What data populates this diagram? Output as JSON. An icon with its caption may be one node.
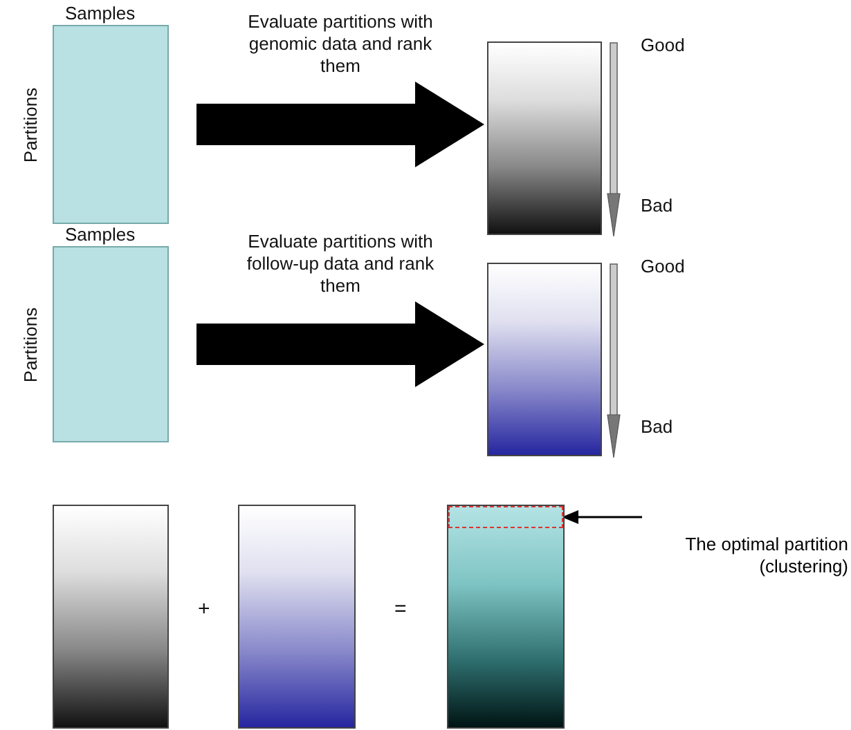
{
  "diagram": {
    "nodes": [
      {
        "text": [
          "Samples"
        ],
        "beside": [
          "Partitions"
        ]
      },
      {
        "text": [],
        "shape": "box",
        "beside": [
          "Good",
          "Bad"
        ]
      },
      {
        "text": [
          "Samples"
        ],
        "beside": [
          "Partitions"
        ]
      },
      {
        "text": [],
        "shape": "box",
        "beside": [
          "Good",
          "Bad"
        ]
      },
      {
        "text": [],
        "shape": "box"
      },
      {
        "text": [],
        "shape": "box"
      },
      {
        "text": [],
        "shape": "box"
      },
      {
        "text": [],
        "shape": "box",
        "in": 6
      },
      {
        "text": [
          "The optimal partition (clustering)"
        ]
      }
    ],
    "edges": [
      {
        "from": 0,
        "to": 1,
        "arrow": "to",
        "label": "Evaluate partitions with genomic data and rank them"
      },
      {
        "from": 2,
        "to": 3,
        "arrow": "to",
        "label": "Evaluate partitions with follow-up data and rank them"
      },
      {
        "from": 8,
        "to": 7,
        "arrow": "to"
      }
    ],
    "labels": [
      "+",
      "="
    ]
  }
}
